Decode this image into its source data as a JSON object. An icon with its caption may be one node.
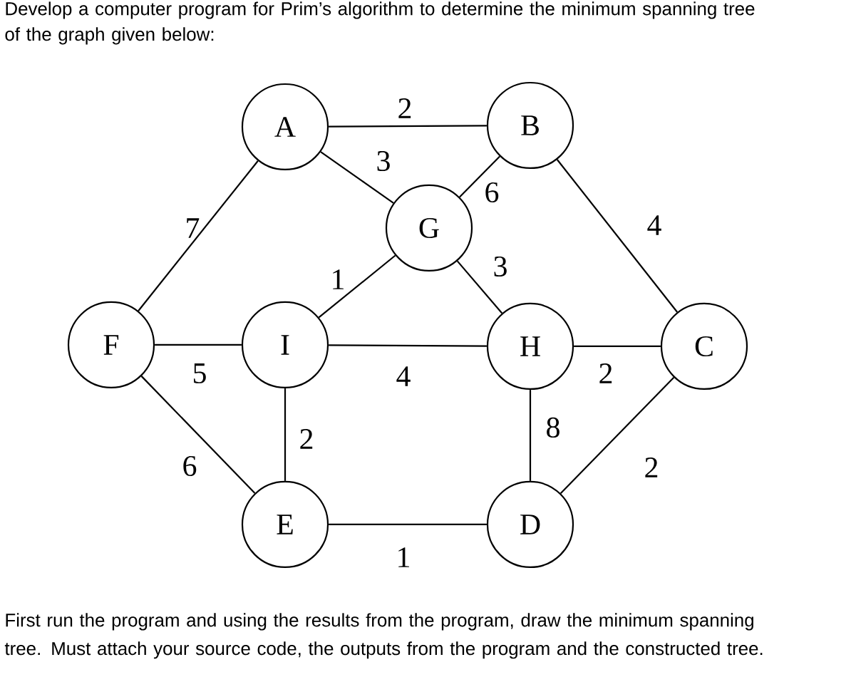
{
  "diagram": {
    "title": "Develop a computer program for Prim’s algorithm to determine the minimum spanning tree of the graph given below:",
    "caption": "First run the program and using the results from the program, draw the minimum spanning tree. Must attach your source code, the outputs from the program and the constructed tree.",
    "nodes": [
      {
        "text": [
          "A"
        ]
      },
      {
        "text": [
          "B"
        ]
      },
      {
        "text": [
          "G"
        ]
      },
      {
        "text": [
          "F"
        ]
      },
      {
        "text": [
          "I"
        ]
      },
      {
        "text": [
          "H"
        ]
      },
      {
        "text": [
          "C"
        ]
      },
      {
        "text": [
          "E"
        ]
      },
      {
        "text": [
          "D"
        ]
      }
    ],
    "edges": [
      {
        "from": 0,
        "to": 1,
        "arrow": "none",
        "label": "2"
      },
      {
        "from": 0,
        "to": 2,
        "arrow": "none",
        "label": "3"
      },
      {
        "from": 0,
        "to": 3,
        "arrow": "none",
        "label": "7"
      },
      {
        "from": 1,
        "to": 2,
        "arrow": "none",
        "label": "6"
      },
      {
        "from": 1,
        "to": 6,
        "arrow": "none",
        "label": "4"
      },
      {
        "from": 2,
        "to": 4,
        "arrow": "none",
        "label": "1"
      },
      {
        "from": 2,
        "to": 5,
        "arrow": "none",
        "label": "3"
      },
      {
        "from": 3,
        "to": 4,
        "arrow": "none",
        "label": "5"
      },
      {
        "from": 3,
        "to": 7,
        "arrow": "none",
        "label": "6"
      },
      {
        "from": 4,
        "to": 5,
        "arrow": "none",
        "label": "4"
      },
      {
        "from": 4,
        "to": 7,
        "arrow": "none",
        "label": "2"
      },
      {
        "from": 5,
        "to": 6,
        "arrow": "none",
        "label": "2"
      },
      {
        "from": 5,
        "to": 8,
        "arrow": "none",
        "label": "8"
      },
      {
        "from": 6,
        "to": 8,
        "arrow": "none",
        "label": "2"
      },
      {
        "from": 7,
        "to": 8,
        "arrow": "none",
        "label": "1"
      }
    ]
  }
}
